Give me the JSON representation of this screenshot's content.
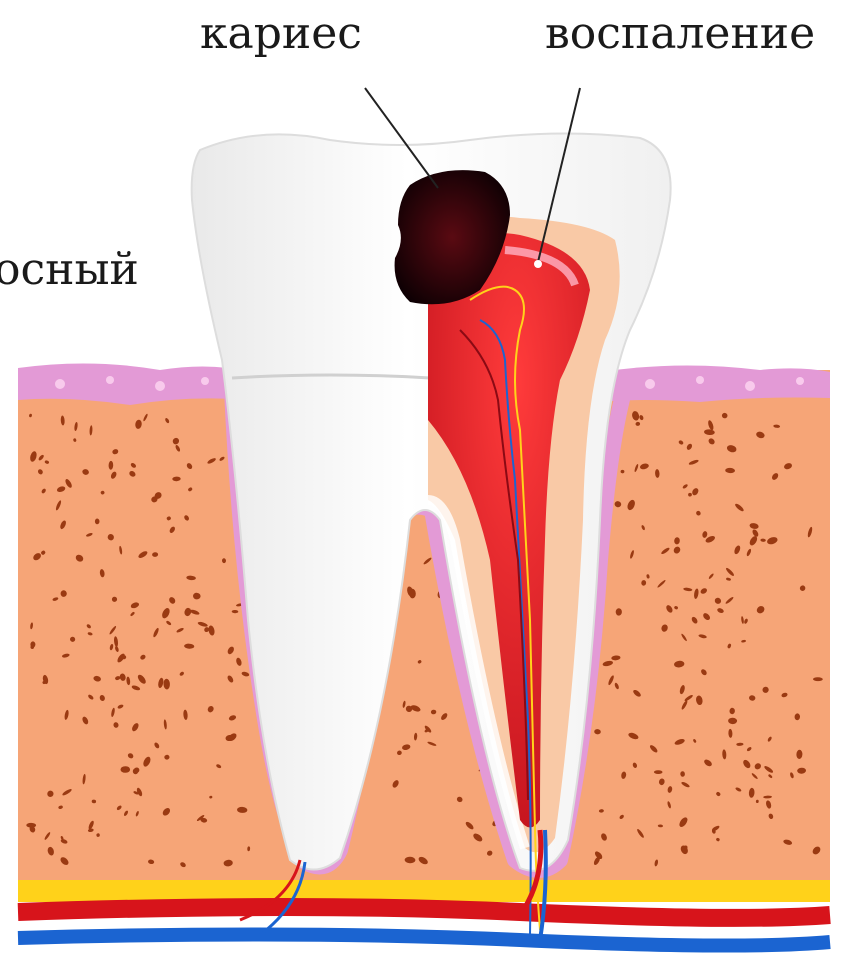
{
  "labels": {
    "caries": "кариес",
    "inflammation": "воспаление",
    "partial_left": "осный"
  },
  "colors": {
    "bone": "#f6a577",
    "bone_pores": "#9a3a12",
    "gum": "#e39ad6",
    "enamel": "#f4f4f4",
    "dentin": "#f9c9a6",
    "pulp": "#e02a2a",
    "caries": "#2a0508",
    "nerve": "#ffd21a",
    "artery": "#d7141b",
    "vein": "#1b64d1"
  }
}
